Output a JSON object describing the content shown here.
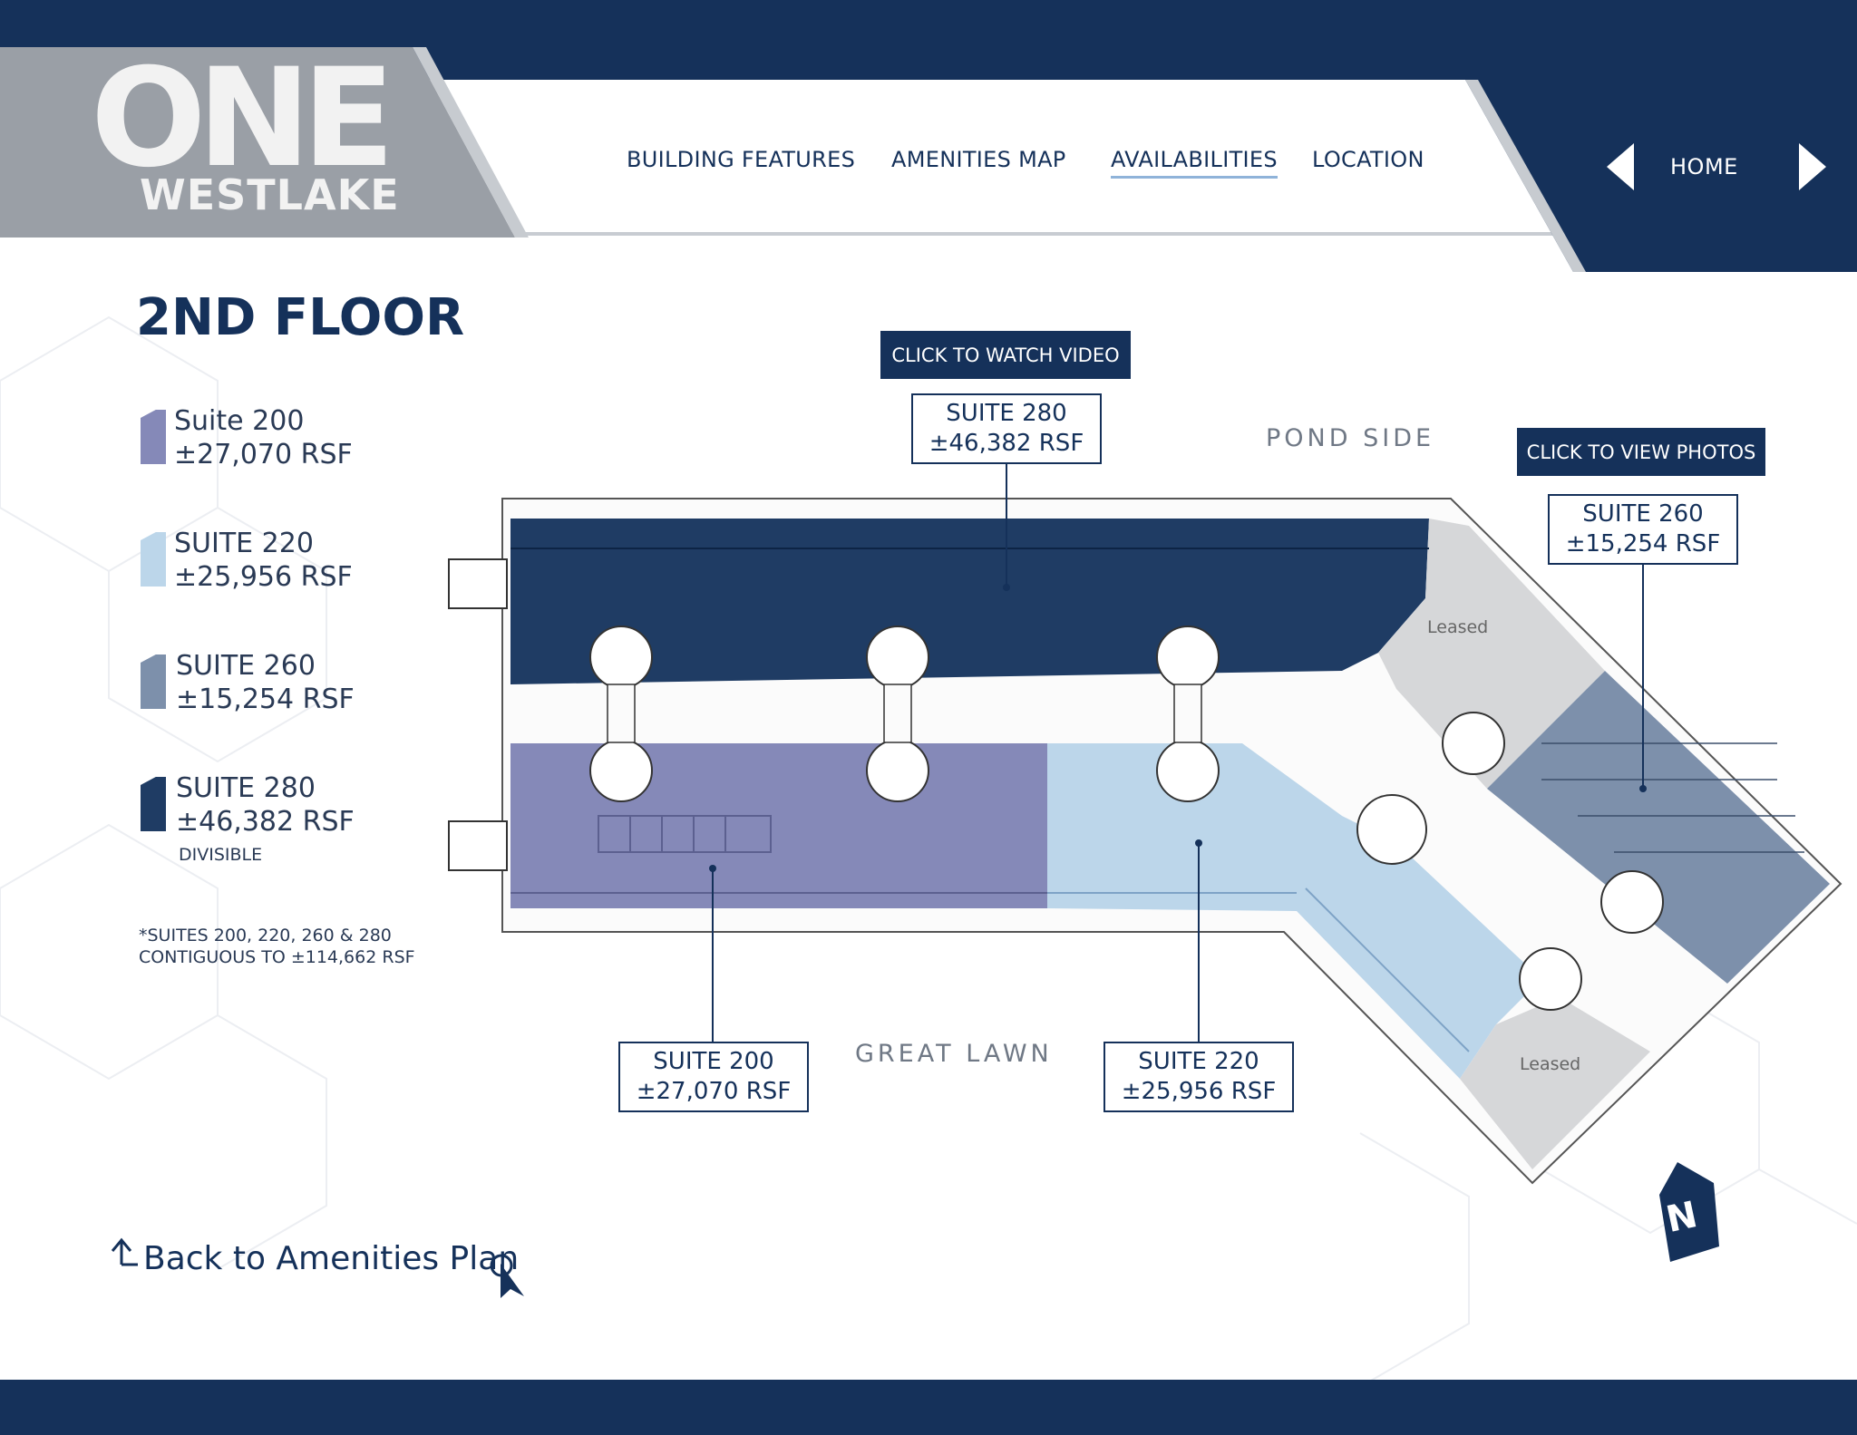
{
  "colors": {
    "navy": "#15315a",
    "suite200": "#8589b8",
    "suite220": "#bcd6ea",
    "suite260": "#7d90ab",
    "suite280": "#1f3c64",
    "leased": "#d6d7d9"
  },
  "logo": {
    "line1": "ONE",
    "line2": "WESTLAKE"
  },
  "nav": {
    "items": [
      {
        "label": "BUILDING FEATURES"
      },
      {
        "label": "AMENITIES MAP"
      },
      {
        "label": "AVAILABILITIES",
        "active": true
      },
      {
        "label": "LOCATION"
      }
    ],
    "home_label": "HOME",
    "prev_icon": "triangle-left-icon",
    "next_icon": "triangle-right-icon"
  },
  "page": {
    "title": "2ND FLOOR"
  },
  "legend": [
    {
      "name": "Suite 200",
      "size": "±27,070 RSF"
    },
    {
      "name": "SUITE 220",
      "size": "±25,956 RSF"
    },
    {
      "name": "SUITE 260",
      "size": "±15,254 RSF"
    },
    {
      "name": "SUITE 280",
      "size": "±46,382 RSF",
      "note": "DIVISIBLE"
    }
  ],
  "footnote": {
    "line1": "*SUITES 200, 220, 260 & 280",
    "line2": "CONTIGUOUS TO ±114,662 RSF"
  },
  "buttons": {
    "watch_video": "CLICK TO WATCH VIDEO",
    "view_photos": "CLICK TO VIEW PHOTOS"
  },
  "callouts": {
    "s280": {
      "name": "SUITE 280",
      "size": "±46,382 RSF"
    },
    "s260": {
      "name": "SUITE 260",
      "size": "±15,254 RSF"
    },
    "s200": {
      "name": "SUITE 200",
      "size": "±27,070 RSF"
    },
    "s220": {
      "name": "SUITE 220",
      "size": "±25,956 RSF"
    }
  },
  "site_labels": {
    "pond": "POND SIDE",
    "lawn": "GREAT LAWN"
  },
  "leased_labels": [
    "Leased",
    "Leased"
  ],
  "north": {
    "letter": "N",
    "icon": "north-arrow-icon"
  },
  "back_link": {
    "label": "Back to Amenities Plan",
    "arrow_icon": "back-arrow-icon",
    "cursor_icon": "pointer-cursor-icon"
  }
}
